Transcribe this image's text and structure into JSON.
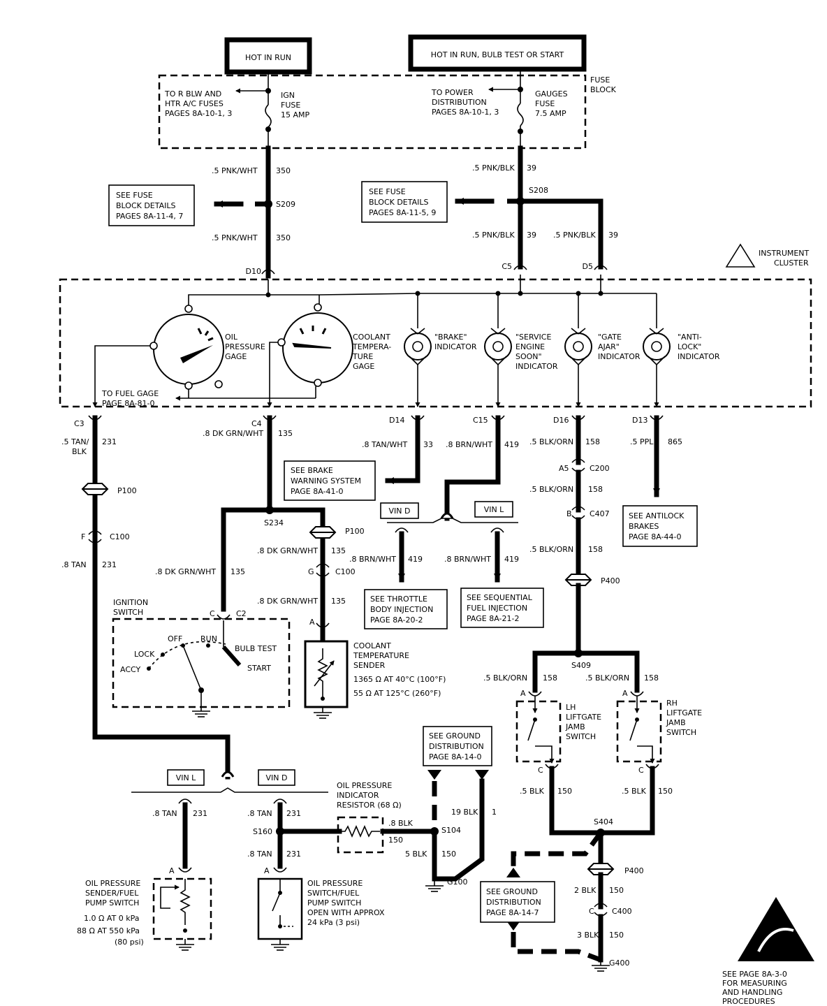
{
  "header": {
    "hot_in_run": "HOT IN RUN",
    "hot_in_run_bulb": "HOT IN RUN, BULB TEST OR START"
  },
  "fuse_block": {
    "label1": "FUSE",
    "label2": "BLOCK",
    "ign_fuse": [
      "IGN",
      "FUSE",
      "15 AMP"
    ],
    "gauges_fuse": [
      "GAUGES",
      "FUSE",
      "7.5 AMP"
    ],
    "to_blw": [
      "TO R BLW AND",
      "HTR A/C FUSES",
      "PAGES 8A-10-1, 3"
    ],
    "to_power": [
      "TO POWER",
      "DISTRIBUTION",
      "PAGES 8A-10-1, 3"
    ]
  },
  "wires": {
    "w350a": ".5 PNK/WHT",
    "c350a": "350",
    "w350b": ".5 PNK/WHT",
    "c350b": "350",
    "w39a": ".5 PNK/BLK",
    "c39a": "39",
    "w39b": ".5 PNK/BLK",
    "c39b": "39",
    "w39c": ".5 PNK/BLK",
    "c39c": "39",
    "w231a": ".5 TAN/",
    "w231a2": "BLK",
    "c231a": "231",
    "w231b": ".8 TAN",
    "c231b": "231",
    "w135a": ".8 DK GRN/WHT",
    "c135a": "135",
    "w135b": ".8 DK GRN/WHT",
    "c135b": "135",
    "w135c": ".8 DK GRN/WHT",
    "c135c": "135",
    "w135d": ".8 DK GRN/WHT",
    "c135d": "135",
    "w33": ".8 TAN/WHT",
    "c33": "33",
    "w419a": ".8 BRN/WHT",
    "c419a": "419",
    "w419b": ".8 BRN/WHT",
    "c419b": "419",
    "w419c": ".8 BRN/WHT",
    "c419c": "419",
    "w158a": ".5 BLK/ORN",
    "c158a": "158",
    "w158b": ".5 BLK/ORN",
    "c158b": "158",
    "w158c": ".5 BLK/ORN",
    "c158c": "158",
    "w158d": ".5 BLK/ORN",
    "c158d": "158",
    "w158e": ".5 BLK/ORN",
    "c158e": "158",
    "w865": ".5 PPL",
    "c865": "865",
    "w231c": ".8 TAN",
    "c231c": "231",
    "w231d": ".8 TAN",
    "c231d": "231",
    "w231e": ".8 TAN",
    "c231e": "231",
    "w150a": ".8 BLK",
    "c150a": "150",
    "w150b": "5 BLK",
    "c150b": "150",
    "w1": "19 BLK",
    "c1": "1",
    "w150c": ".5 BLK",
    "c150c": "150",
    "w150d": ".5 BLK",
    "c150d": "150",
    "w150e": "2 BLK",
    "c150e": "150",
    "w150f": "3 BLK",
    "c150f": "150"
  },
  "splices": {
    "s209": "S209",
    "s208": "S208",
    "s234": "S234",
    "s409": "S409",
    "s160": "S160",
    "s104": "S104",
    "s404": "S404"
  },
  "connectors": {
    "d10": "D10",
    "c5": "C5",
    "d5": "D5",
    "c3": "C3",
    "c4": "C4",
    "d14": "D14",
    "c15": "C15",
    "d16": "D16",
    "d13": "D13",
    "p100a": "P100",
    "p100b": "P100",
    "f": "F",
    "c100a": "C100",
    "g": "G",
    "c100b": "C100",
    "a5": "A5",
    "c200": "C200",
    "b": "B",
    "c407": "C407",
    "p400a": "P400",
    "c_ign": "C",
    "c2": "C2",
    "a_sender": "A",
    "a_lh": "A",
    "a_rh": "A",
    "c_lh": "C",
    "c_rh": "C",
    "a_ops": "A",
    "a_opsw": "A",
    "p400b": "P400",
    "c_c400": "C",
    "c400": "C400",
    "g100": "G100",
    "g400": "G400"
  },
  "refs": {
    "fuse_details_1": [
      "SEE FUSE",
      "BLOCK DETAILS",
      "PAGES 8A-11-4, 7"
    ],
    "fuse_details_2": [
      "SEE FUSE",
      "BLOCK DETAILS",
      "PAGES 8A-11-5, 9"
    ],
    "brake_warning": [
      "SEE BRAKE",
      "WARNING SYSTEM",
      "PAGE 8A-41-0"
    ],
    "throttle": [
      "SEE THROTTLE",
      "BODY INJECTION",
      "PAGE 8A-20-2"
    ],
    "sequential": [
      "SEE SEQUENTIAL",
      "FUEL INJECTION",
      "PAGE 8A-21-2"
    ],
    "antilock": [
      "SEE ANTILOCK",
      "BRAKES",
      "PAGE 8A-44-0"
    ],
    "ground1": [
      "SEE GROUND",
      "DISTRIBUTION",
      "PAGE 8A-14-0"
    ],
    "ground2": [
      "SEE GROUND",
      "DISTRIBUTION",
      "PAGE 8A-14-7"
    ],
    "vin_d1": "VIN D",
    "vin_l1": "VIN L",
    "vin_l2": "VIN L",
    "vin_d2": "VIN D"
  },
  "cluster": {
    "title1": "INSTRUMENT",
    "title2": "CLUSTER",
    "oil_gage": [
      "OIL",
      "PRESSURE",
      "GAGE"
    ],
    "coolant_gage": [
      "COOLANT",
      "TEMPERA-",
      "TURE",
      "GAGE"
    ],
    "to_fuel": [
      "TO FUEL GAGE",
      "PAGE 8A-81-0"
    ],
    "brake": [
      "\"BRAKE\"",
      "INDICATOR"
    ],
    "ses": [
      "\"SERVICE",
      "ENGINE",
      "SOON\"",
      "INDICATOR"
    ],
    "gate": [
      "\"GATE",
      "AJAR\"",
      "INDICATOR"
    ],
    "antilock": [
      "\"ANTI-",
      "LOCK\"",
      "INDICATOR"
    ]
  },
  "ignition": {
    "title": [
      "IGNITION",
      "SWITCH"
    ],
    "lock": "LOCK",
    "off": "OFF",
    "run": "RUN",
    "bulb_test": "BULB TEST",
    "accy": "ACCY",
    "start": "START"
  },
  "sender": {
    "title": [
      "COOLANT",
      "TEMPERATURE",
      "SENDER"
    ],
    "spec1": "1365 Ω AT 40°C (100°F)",
    "spec2": "55 Ω AT 125°C (260°F)"
  },
  "liftgate": {
    "lh": [
      "LH",
      "LIFTGATE",
      "JAMB",
      "SWITCH"
    ],
    "rh": [
      "RH",
      "LIFTGATE",
      "JAMB",
      "SWITCH"
    ]
  },
  "oil": {
    "resistor": [
      "OIL PRESSURE",
      "INDICATOR",
      "RESISTOR (68 Ω)"
    ],
    "sender": [
      "OIL PRESSURE",
      "SENDER/FUEL",
      "PUMP SWITCH"
    ],
    "sender_spec": [
      "1.0 Ω AT 0 kPa",
      "88 Ω AT 550 kPa",
      "(80 psi)"
    ],
    "switch": [
      "OIL PRESSURE",
      "SWITCH/FUEL",
      "PUMP SWITCH",
      "OPEN WITH APPROX",
      "24 kPa (3 psi)"
    ]
  },
  "esd_note": [
    "SEE PAGE 8A-3-0",
    "FOR MEASURING",
    "AND HANDLING",
    "PROCEDURES"
  ]
}
